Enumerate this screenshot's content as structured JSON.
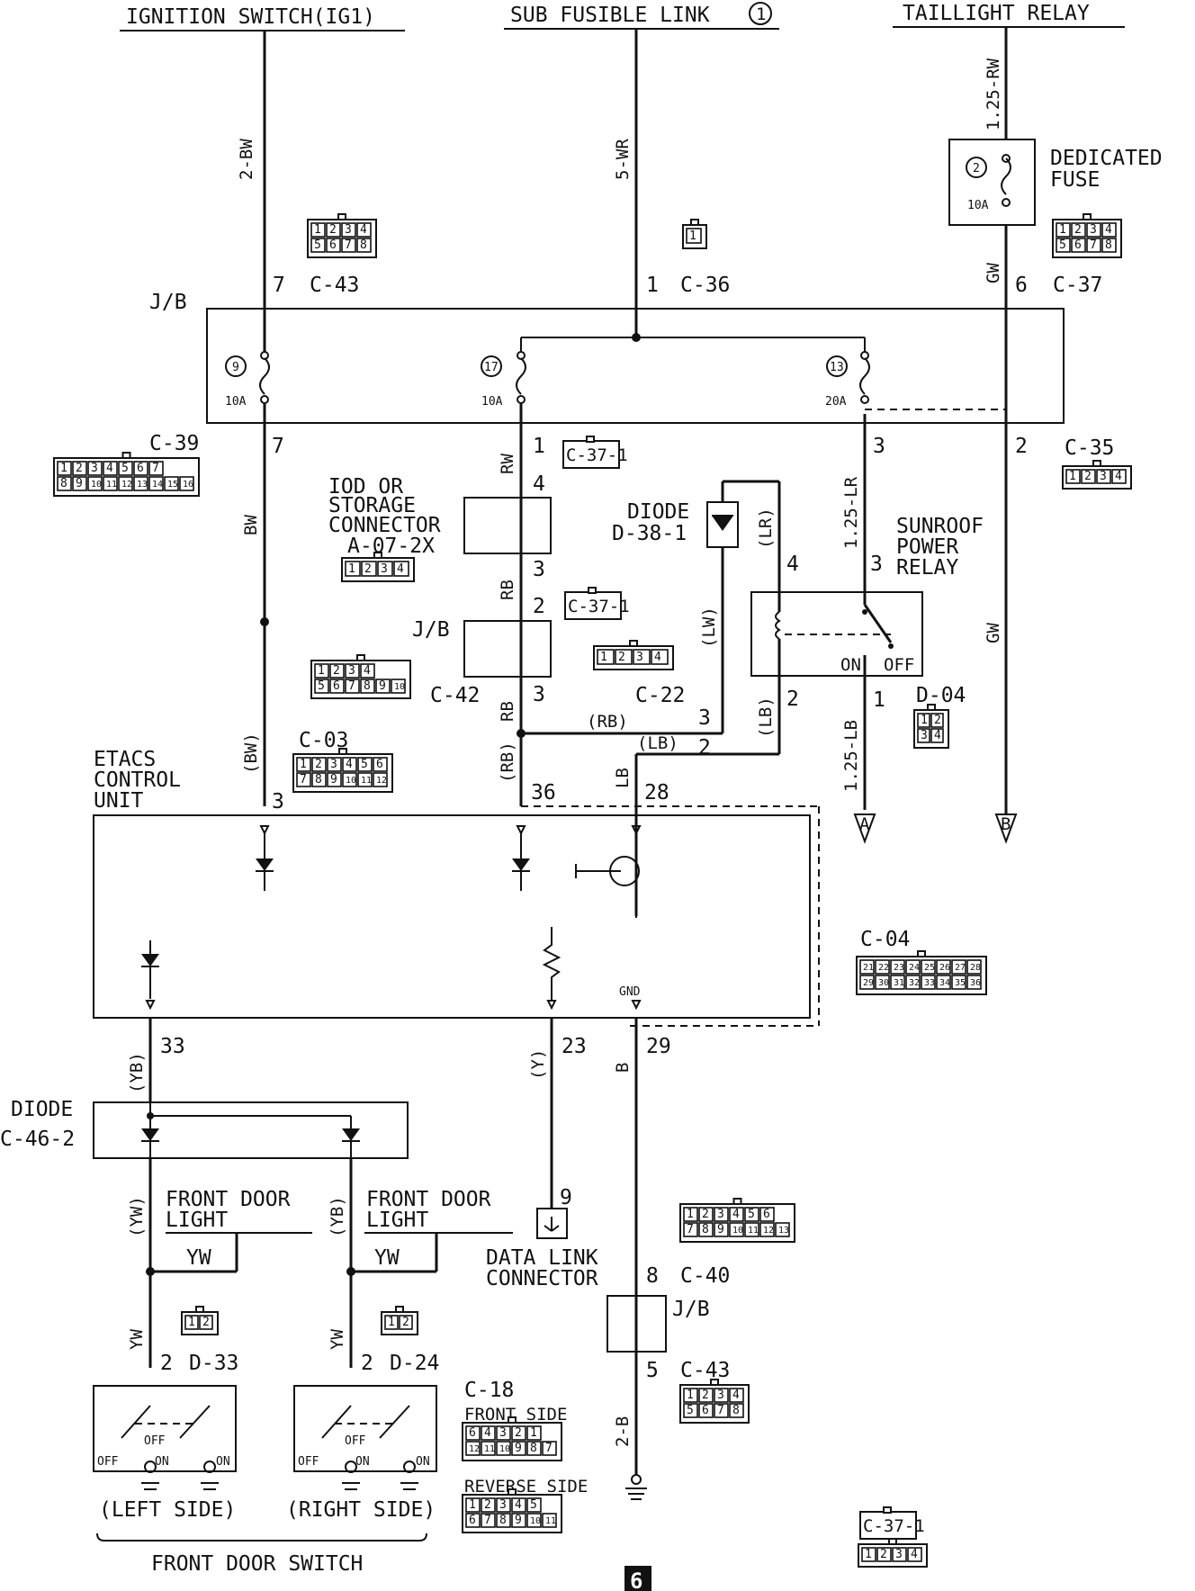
{
  "top_sources": {
    "ignition": "IGNITION SWITCH(IG1)",
    "sub_fusible": "SUB FUSIBLE LINK",
    "sub_fusible_num": "1",
    "taillight": "TAILLIGHT RELAY"
  },
  "wires": {
    "w_2bw": "2-BW",
    "w_5wr": "5-WR",
    "w_125rw": "1.25-RW",
    "w_gw1": "GW",
    "w_gw2": "GW",
    "w_bw": "BW",
    "w_rw": "RW",
    "w_rb1": "RB",
    "w_rb2": "RB",
    "w_rb_paren1": "(RB)",
    "w_rb_paren2": "(RB)",
    "w_bw_paren": "(BW)",
    "w_lb": "LB",
    "w_lb_paren1": "(LB)",
    "w_lb_paren2": "(LB)",
    "w_lw": "(LW)",
    "w_lr": "(LR)",
    "w_125lr": "1.25-LR",
    "w_125lb": "1.25-LB",
    "w_yb1": "(YB)",
    "w_yb2": "(YB)",
    "w_yw": "(YW)",
    "w_yw1": "YW",
    "w_yw2": "YW",
    "w_yw3": "YW",
    "w_yw4": "YW",
    "w_y": "(Y)",
    "w_b": "B",
    "w_2b": "2-B"
  },
  "connectors": {
    "c43a": "C-43",
    "c36": "C-36",
    "c37": "C-37",
    "c39": "C-39",
    "c371a": "C-37-1",
    "c371b": "C-37-1",
    "c371c": "C-37-1",
    "c35": "C-35",
    "c42": "C-42",
    "c22": "C-22",
    "c03": "C-03",
    "d04": "D-04",
    "c04": "C-04",
    "c40": "C-40",
    "c43b": "C-43",
    "c18": "C-18",
    "c18_front": "FRONT SIDE",
    "c18_reverse": "REVERSE SIDE",
    "d33": "D-33",
    "d24": "D-24"
  },
  "pins": {
    "p7a": "7",
    "p1a": "1",
    "p6": "6",
    "p7b": "7",
    "p1b": "1",
    "p3a": "3",
    "p2a": "2",
    "p4a": "4",
    "p3b": "3",
    "p2b": "2",
    "p3c": "3",
    "p4b": "4",
    "p3d": "3",
    "p3e": "3",
    "p2c": "2",
    "p2d": "2",
    "p1c": "1",
    "p3f": "3",
    "p36": "36",
    "p28": "28",
    "p33": "33",
    "p23": "23",
    "p29": "29",
    "p9": "9",
    "p8": "8",
    "p5": "5",
    "p2e": "2",
    "p2f": "2"
  },
  "fuses": {
    "f9_num": "9",
    "f9_amp": "10A",
    "f17_num": "17",
    "f17_amp": "10A",
    "f13_num": "13",
    "f13_amp": "20A",
    "f2_num": "2",
    "f2_amp": "10A",
    "dedicated": "DEDICATED",
    "fuse": "FUSE"
  },
  "components": {
    "jb1": "J/B",
    "jb2": "J/B",
    "jb3": "J/B",
    "iod_line1": "IOD OR",
    "iod_line2": "STORAGE",
    "iod_line3": "CONNECTOR",
    "iod_line4": "A-07-2X",
    "diode_d38": "DIODE",
    "diode_d38_id": "D-38-1",
    "sunroof1": "SUNROOF",
    "sunroof2": "POWER",
    "sunroof3": "RELAY",
    "relay_on": "ON",
    "relay_off": "OFF",
    "etacs1": "ETACS",
    "etacs2": "CONTROL",
    "etacs3": "UNIT",
    "gnd": "GND",
    "diode_c46": "DIODE",
    "diode_c46_id": "C-46-2",
    "fdl1_a": "FRONT DOOR",
    "fdl1_b": "LIGHT",
    "fdl2_a": "FRONT DOOR",
    "fdl2_b": "LIGHT",
    "dlc1": "DATA LINK",
    "dlc2": "CONNECTOR",
    "sw_off": "OFF",
    "sw_on": "ON",
    "left_side": "(LEFT SIDE)",
    "right_side": "(RIGHT SIDE)",
    "front_door_switch": "FRONT DOOR SWITCH",
    "arrow_a": "A",
    "arrow_b": "B",
    "page_num": "6"
  },
  "connector_cells": {
    "c43": [
      "1",
      "2",
      "3",
      "4",
      "5",
      "6",
      "7",
      "8"
    ],
    "c36": [
      "1"
    ],
    "c37": [
      "1",
      "2",
      "3",
      "4",
      "5",
      "6",
      "7",
      "8"
    ],
    "c39_top": [
      "1",
      "2",
      "3",
      "4",
      "5",
      "6",
      "7"
    ],
    "c39_bot": [
      "8",
      "9",
      "10",
      "11",
      "12",
      "13",
      "14",
      "15",
      "16"
    ],
    "c35": [
      "1",
      "2",
      "3",
      "4"
    ],
    "a072x": [
      "1",
      "2",
      "3",
      "4"
    ],
    "c42_top": [
      "1",
      "2",
      "3",
      "4"
    ],
    "c42_bot": [
      "5",
      "6",
      "7",
      "8",
      "9",
      "10"
    ],
    "c22": [
      "1",
      "2",
      "3",
      "4"
    ],
    "c03_top": [
      "1",
      "2",
      "3",
      "4",
      "5",
      "6"
    ],
    "c03_bot": [
      "7",
      "8",
      "9",
      "10",
      "11",
      "12"
    ],
    "d04": [
      "1",
      "2",
      "3",
      "4"
    ],
    "c04_top": [
      "21",
      "22",
      "23",
      "24",
      "25",
      "26",
      "27",
      "28"
    ],
    "c04_bot": [
      "29",
      "30",
      "31",
      "32",
      "33",
      "34",
      "35",
      "36"
    ],
    "c40_top": [
      "1",
      "2",
      "3",
      "4",
      "5",
      "6"
    ],
    "c40_bot": [
      "7",
      "8",
      "9",
      "10",
      "11",
      "12",
      "13"
    ],
    "d33": [
      "1",
      "2"
    ],
    "d24": [
      "1",
      "2"
    ],
    "c18f_top": [
      "6",
      "4",
      "3",
      "2",
      "1"
    ],
    "c18f_bot": [
      "12",
      "11",
      "10",
      "9",
      "8",
      "7"
    ],
    "c18r_top": [
      "1",
      "2",
      "3",
      "4",
      "5"
    ],
    "c18r_bot": [
      "6",
      "7",
      "8",
      "9",
      "10",
      "11"
    ],
    "c371": [
      "1",
      "2",
      "3",
      "4"
    ]
  }
}
